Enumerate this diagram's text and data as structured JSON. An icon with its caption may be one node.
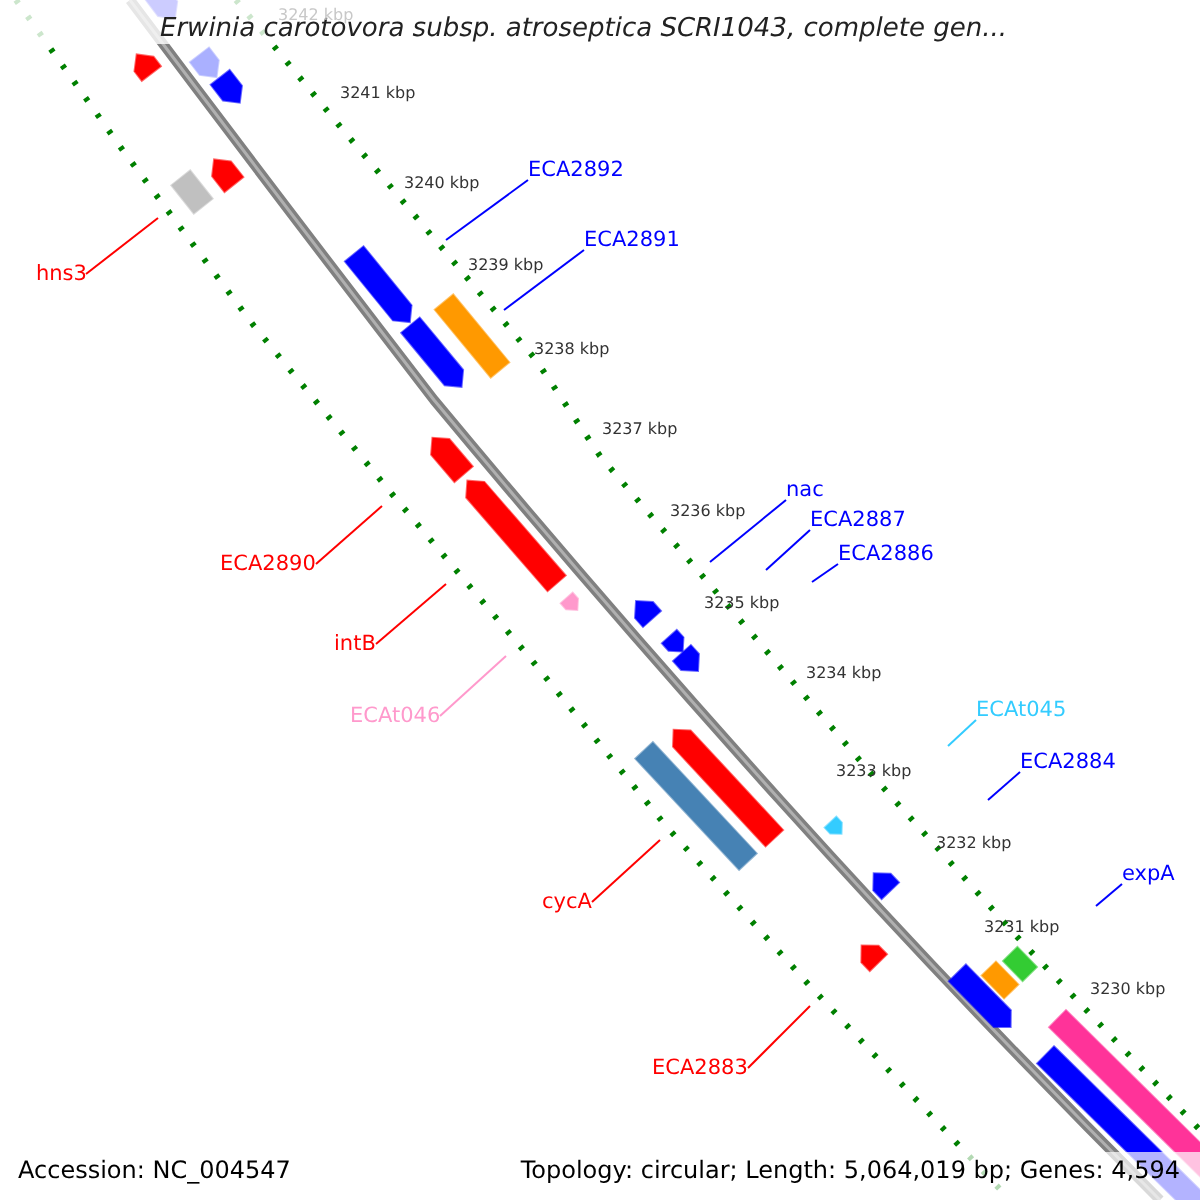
{
  "diagram": {
    "title": "Erwinia carotovora subsp. atroseptica SCRI1043, complete gen...",
    "nodes": [
      {
        "text": [
          "ECA2892"
        ]
      },
      {
        "text": [
          "ECA2891"
        ]
      },
      {
        "text": [
          "hns3"
        ]
      },
      {
        "text": [
          "nac"
        ]
      },
      {
        "text": [
          "ECA2887"
        ]
      },
      {
        "text": [
          "ECA2886"
        ]
      },
      {
        "text": [
          "ECA2890"
        ]
      },
      {
        "text": [
          "intB"
        ]
      },
      {
        "text": [
          "ECAt045"
        ]
      },
      {
        "text": [
          "ECAt046"
        ]
      },
      {
        "text": [
          "ECA2884"
        ]
      },
      {
        "text": [
          "expA"
        ]
      },
      {
        "text": [
          "cycA"
        ]
      },
      {
        "text": [
          "ECA2883"
        ]
      }
    ],
    "edges": [
      {
        "from": 0,
        "to": null,
        "arrow": "none"
      },
      {
        "from": 1,
        "to": null,
        "arrow": "none"
      },
      {
        "from": 2,
        "to": null,
        "arrow": "none",
        "color": "#ff0000"
      },
      {
        "from": 3,
        "to": null,
        "arrow": "none"
      },
      {
        "from": 4,
        "to": null,
        "arrow": "none"
      },
      {
        "from": 5,
        "to": null,
        "arrow": "none"
      },
      {
        "from": 6,
        "to": null,
        "arrow": "none",
        "color": "#ff0000"
      },
      {
        "from": 7,
        "to": null,
        "arrow": "none",
        "color": "#ff0000"
      },
      {
        "from": 8,
        "to": null,
        "arrow": "none",
        "color": "#33ccff"
      },
      {
        "from": 9,
        "to": null,
        "arrow": "none",
        "color": "#ff99cc"
      },
      {
        "from": 10,
        "to": null,
        "arrow": "none"
      },
      {
        "from": 11,
        "to": null,
        "arrow": "none"
      },
      {
        "from": 12,
        "to": null,
        "arrow": "none",
        "color": "#ff0000"
      },
      {
        "from": 13,
        "to": null,
        "arrow": "none",
        "color": "#ff0000"
      }
    ],
    "labels": [
      "3242 kbp",
      "3241 kbp",
      "3240 kbp",
      "3239 kbp",
      "3238 kbp",
      "3237 kbp",
      "3236 kbp",
      "3235 kbp",
      "3234 kbp",
      "3233 kbp",
      "3232 kbp",
      "3231 kbp",
      "3230 kbp",
      "Accession: NC_004547",
      "Topology: circular; Length: 5,064,019 bp; Genes: 4,594"
    ]
  }
}
